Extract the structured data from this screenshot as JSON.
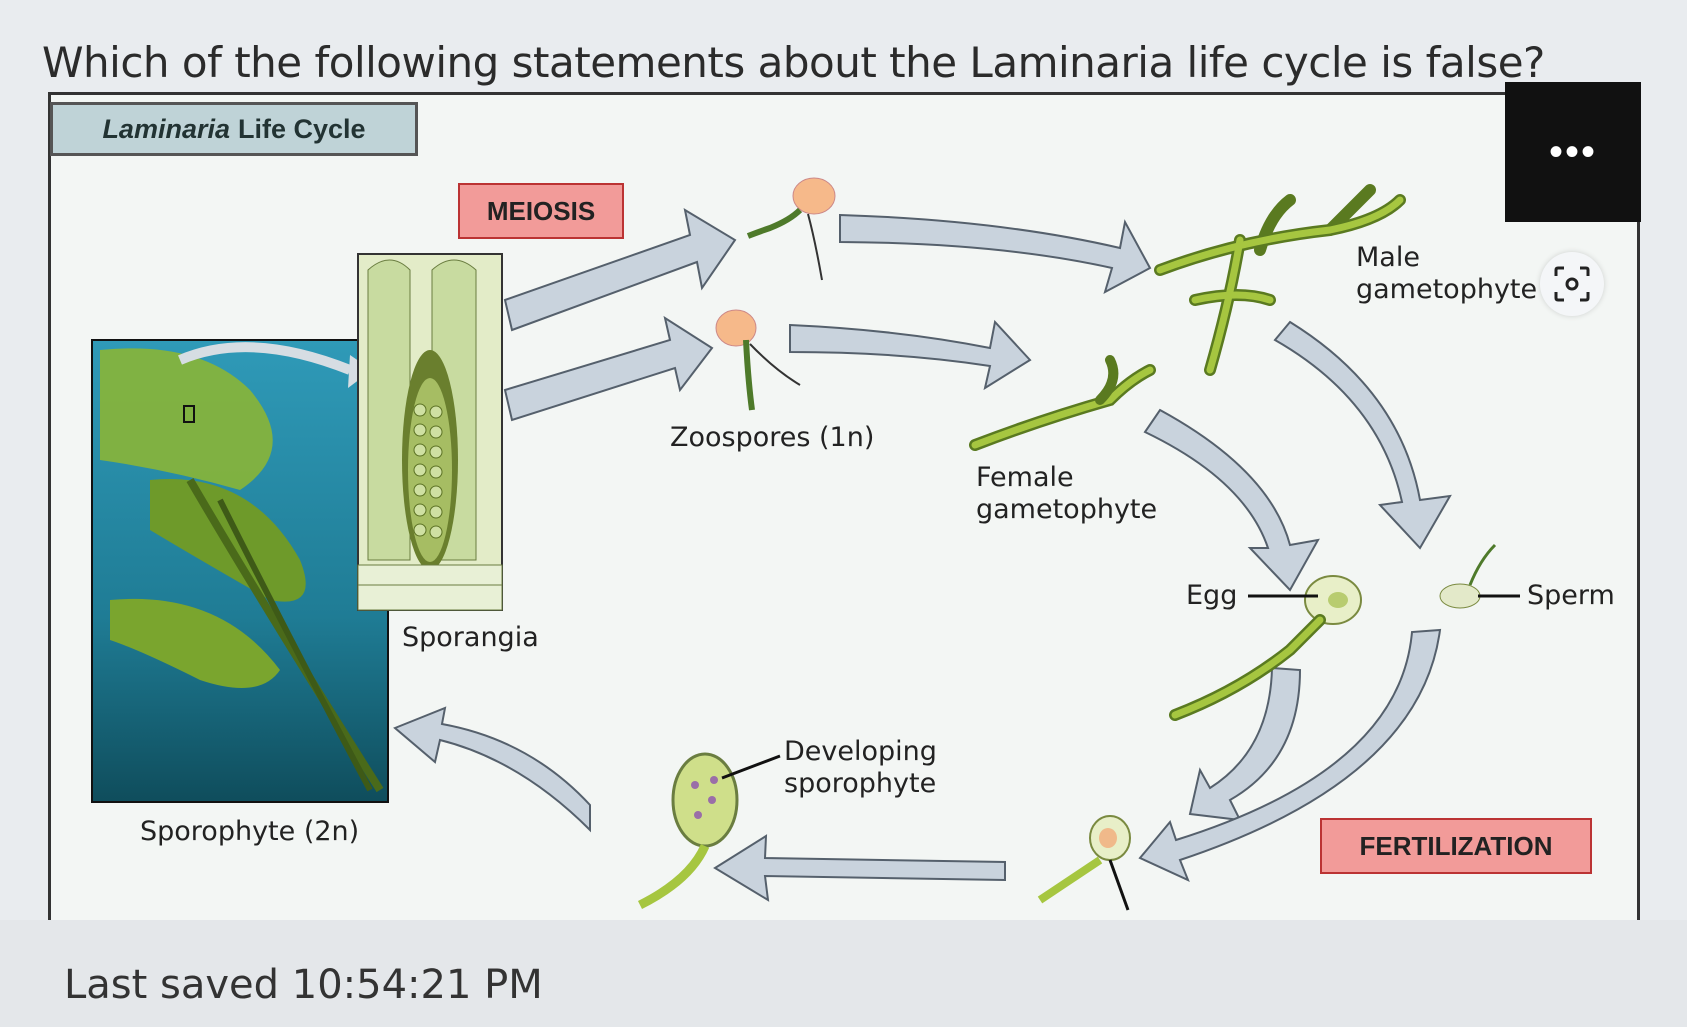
{
  "question": "Which of the following statements about the Laminaria life cycle is false?",
  "figure": {
    "title_italic": "Laminaria",
    "title_rest": "Life Cycle",
    "labels": {
      "meiosis": "MEIOSIS",
      "fertilization": "FERTILIZATION",
      "sporangia": "Sporangia",
      "zoospores": "Zoospores (1n)",
      "female_gametophyte_line1": "Female",
      "female_gametophyte_line2": "gametophyte",
      "male_gametophyte_line1": "Male",
      "male_gametophyte_line2": "gametophyte",
      "egg": "Egg",
      "sperm": "Sperm",
      "developing_sporophyte_line1": "Developing",
      "developing_sporophyte_line2": "sporophyte",
      "sporophyte": "Sporophyte (2n)"
    }
  },
  "toolbar": {
    "more_label": "•••"
  },
  "status": {
    "last_saved": "Last saved 10:54:21 PM"
  },
  "colors": {
    "arrow_fill": "#c9d3dd",
    "arrow_stroke": "#55606c",
    "label_box": "#f29b99",
    "alga_green": "#9cc23a",
    "alga_dark": "#5a7a20"
  }
}
